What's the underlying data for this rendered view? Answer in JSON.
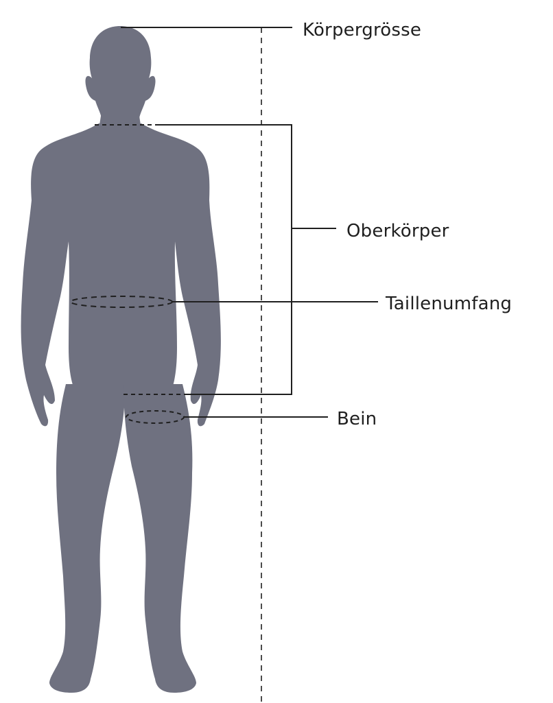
{
  "diagram": {
    "labels": {
      "height": "Körpergrösse",
      "upper_body": "Oberkörper",
      "waist": "Taillenumfang",
      "leg": "Bein"
    },
    "colors": {
      "figure": "#6f7180",
      "lines": "#1f1f1f",
      "background": "#ffffff"
    }
  }
}
